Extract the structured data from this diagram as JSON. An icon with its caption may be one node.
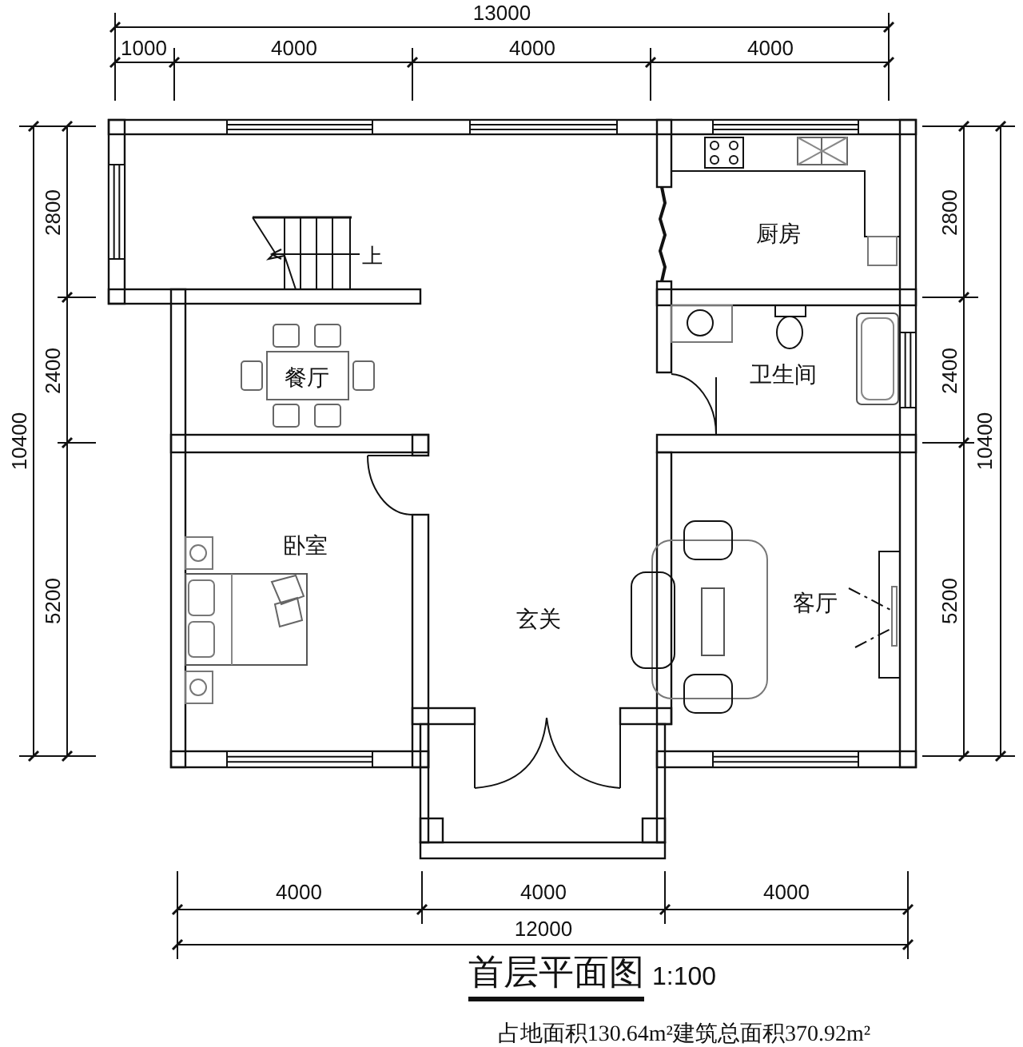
{
  "diagram": {
    "title": "首层平面图",
    "caption": "占地面积130.64m²建筑总面积370.92m²",
    "nodes": [
      {
        "text": [
          "厨房"
        ]
      },
      {
        "text": [
          "餐厅"
        ]
      },
      {
        "text": [
          "卫生间"
        ]
      },
      {
        "text": [
          "卧室"
        ]
      },
      {
        "text": [
          "玄关"
        ]
      },
      {
        "text": [
          "客厅"
        ]
      }
    ],
    "labels": [
      "13000",
      "1000",
      "4000",
      "4000",
      "4000",
      "2800",
      "2400",
      "5200",
      "10400",
      "2800",
      "2400",
      "5200",
      "10400",
      "上",
      "4000",
      "4000",
      "4000",
      "12000",
      "1:100"
    ]
  }
}
